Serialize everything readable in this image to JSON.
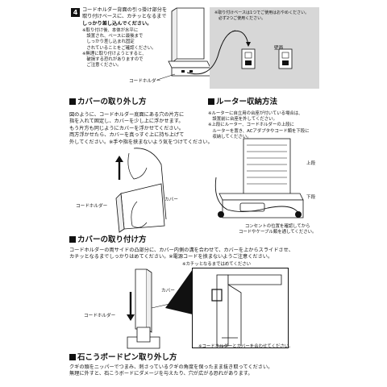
{
  "step4": {
    "number": "4",
    "lines": [
      "コードホルダー背面の引っ掛け部分を",
      "取り付けベースに、カチッとなるまで",
      "しっかり差し込んでください。"
    ],
    "notes": [
      "※取り付け後、本体が水平に",
      "　設置され、ベースに最後まで",
      "　しっかり差し込まれ固定",
      "　されていることをご確認ください。",
      "※無理に取り付けようとすると、",
      "　破損する恐れがありますので",
      "　ご注意ください。"
    ],
    "holder_label": "コードホルダー",
    "gray_note_lines": [
      "※取り付けベースは1つでご使用はおやめください。",
      "　必ず2つご使用ください。"
    ],
    "wall_label": "壁面"
  },
  "cover_removal": {
    "title": "カバーの取り外し方",
    "lines": [
      "図のように、コードホルダー底面にある穴の片方に",
      "指を入れて固定し、カバーを少し上に浮かせます。",
      "もう片方も同じようにカバーを浮かせてください。",
      "両方浮かせたら、カバーを真っすぐ上に持ち上げて",
      "外してください。※手や指を挟まないよう気をつけてください。"
    ],
    "holder_label": "コードホルダー",
    "cover_label": "カバー"
  },
  "router": {
    "title": "ルーター収納方法",
    "notes": [
      "※ルーターに自立用の台座が付いている場合は、",
      "　設置前に台座を外してください。",
      "※上段にルーター、コードホルダーの上段に",
      "　ルーターを置き、ACアダプタやコード類を下段に",
      "　収納してください。"
    ],
    "upper_label": "上段",
    "lower_label": "下段",
    "caption_lines": [
      "コンセントの位置を確認してから",
      "コードやケーブル類を通してください。"
    ]
  },
  "cover_attach": {
    "title": "カバーの取り付け方",
    "lines": [
      "コードホルダーの両サイドの凸部分に、カバー内側の溝を合わせて、カバーを上からスライドさせ、",
      "カチッとなるまでしっかりはめてください。※電源コードを挟まないようご注意ください。"
    ],
    "note": "※カチッとなるまではめてください",
    "cover_label": "カバー",
    "holder_label": "コードホルダー",
    "align_note": "※コードホルダーとカバーを合わせてください。"
  },
  "pin_removal": {
    "title": "石こうボードピン取り外し方",
    "lines": [
      "クギの頭をニッパーでつまみ、刺さっているクギの角度を保ったまま抜き取ってください。",
      "無理に外すと、石こうボードにダメージを与えたり、穴が広がる恐れがあります。"
    ]
  },
  "colors": {
    "ink": "#111111",
    "panel_gray": "#d7d7d7",
    "paper": "#ffffff"
  }
}
